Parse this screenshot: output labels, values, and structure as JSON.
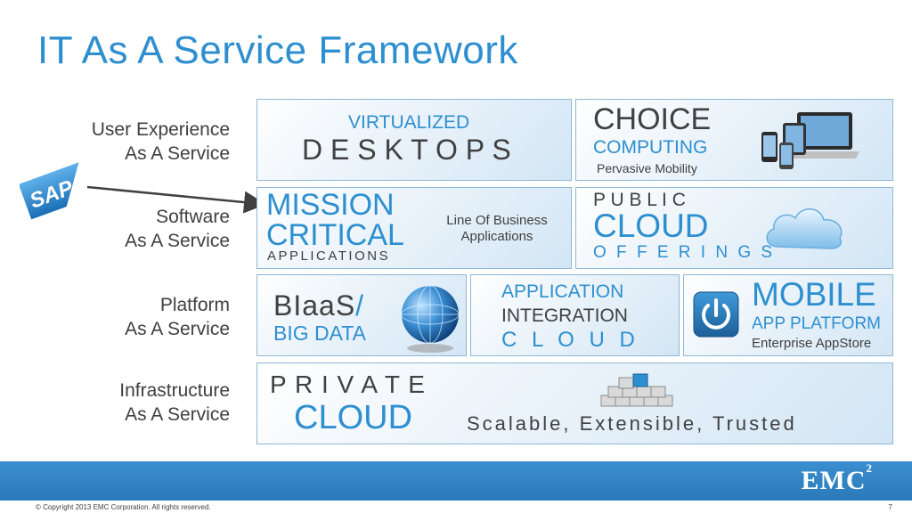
{
  "title": "IT As A Service Framework",
  "row_labels": {
    "user_experience": [
      "User Experience",
      "As A Service"
    ],
    "software": [
      "Software",
      "As A Service"
    ],
    "platform": [
      "Platform",
      "As A Service"
    ],
    "infrastructure": [
      "Infrastructure",
      "As A Service"
    ]
  },
  "logos": {
    "sap": "SAP",
    "emc": "EMC",
    "emc_sup": "2"
  },
  "boxes": {
    "desktops": {
      "line1": "VIRTUALIZED",
      "line2": "D E S K T O P S"
    },
    "choice": {
      "line1": "CHOICE",
      "line2": "COMPUTING",
      "line3": "Pervasive Mobility",
      "icon": "devices-icon"
    },
    "mission": {
      "line1": "MISSION",
      "line2": "CRITICAL",
      "line3": "APPLICATIONS",
      "side1": "Line Of Business",
      "side2": "Applications"
    },
    "public_cloud": {
      "line1": "P U B L I C",
      "line2": "CLOUD",
      "line3": "O F F E R I N G S",
      "icon": "cloud-icon"
    },
    "biaas": {
      "line1": "BIaaS/",
      "line2": "BIG DATA",
      "icon": "globe-icon"
    },
    "app_integration": {
      "line1": "APPLICATION",
      "line2": "INTEGRATION",
      "line3": "C  L  O  U  D"
    },
    "mobile": {
      "line1": "MOBILE",
      "line2": "APP PLATFORM",
      "line3": "Enterprise AppStore",
      "icon": "power-icon"
    },
    "private_cloud": {
      "line1": "P R I V A T E",
      "line2": "CLOUD",
      "tagline": "Scalable, Extensible, Trusted",
      "icon": "cubes-icon"
    }
  },
  "colors": {
    "accent": "#2e8fd0",
    "text": "#404040",
    "footer": "#2a7ab9"
  },
  "footer": {
    "copyright": "© Copyright 2013 EMC Corporation. All rights reserved.",
    "page": "7"
  }
}
